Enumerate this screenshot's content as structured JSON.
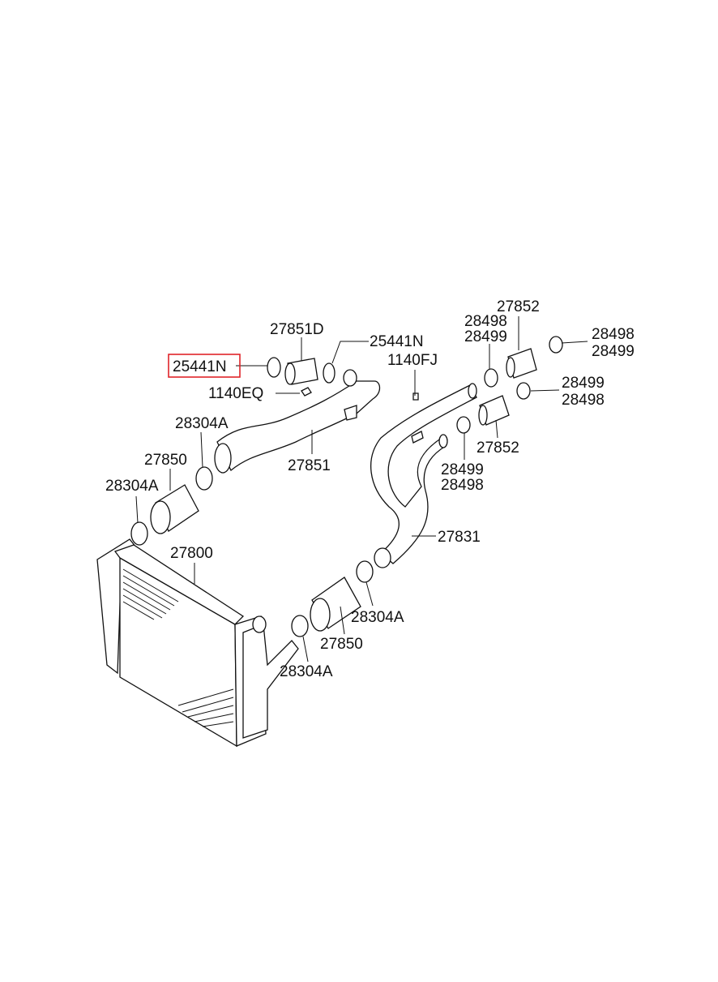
{
  "labels": {
    "l_27851D": "27851D",
    "l_25441N_right": "25441N",
    "l_25441N_boxed": "25441N",
    "l_1140FJ": "1140FJ",
    "l_1140EQ": "1140EQ",
    "l_28304A_top": "28304A",
    "l_27851": "27851",
    "l_27850_top": "27850",
    "l_28304A_left": "28304A",
    "l_27800": "27800",
    "l_27852_top": "27852",
    "l_28498_a": "28498",
    "l_28499_a": "28499",
    "l_28498_b": "28498",
    "l_28499_b": "28499",
    "l_28499_c": "28499",
    "l_28498_c": "28498",
    "l_27852_mid": "27852",
    "l_28499_d": "28499",
    "l_28498_d": "28498",
    "l_27831": "27831",
    "l_28304A_mid": "28304A",
    "l_27850_bottom": "27850",
    "l_28304A_bottom": "28304A"
  },
  "highlight_color": "#e0242a"
}
